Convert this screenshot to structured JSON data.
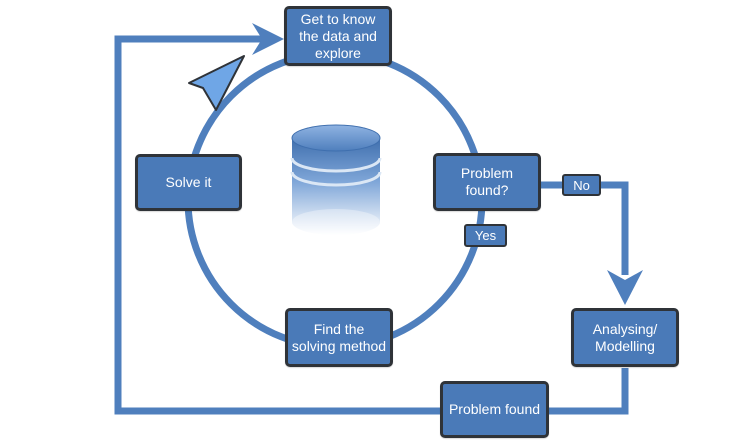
{
  "colors": {
    "arrow": "#4f7fbd",
    "arrow_light": "#6fa6e6",
    "box_fill": "#4a7ab8",
    "box_border": "#2f3338",
    "text": "#ffffff"
  },
  "diagram": {
    "center_icon": "database-icon",
    "nodes": {
      "explore": "Get to know\nthe data and\nexplore",
      "problem_found_q": "Problem\nfound?",
      "find_method": "Find the\nsolving method",
      "solve_it": "Solve it",
      "analysing": "Analysing/\nModelling",
      "problem_found": "Problem found"
    },
    "edge_labels": {
      "no": "No",
      "yes": "Yes"
    }
  }
}
